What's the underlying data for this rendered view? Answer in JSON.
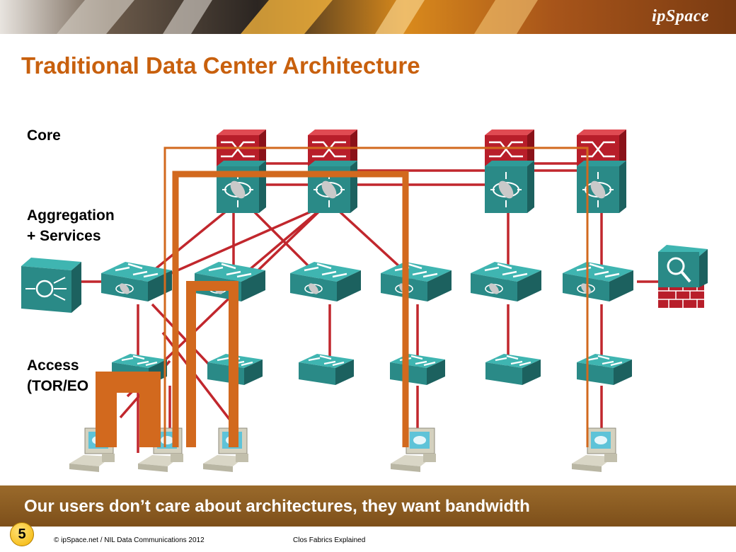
{
  "slide": {
    "logo": "ipSpace",
    "title": "Traditional Data Center Architecture",
    "layers": {
      "core": "Core",
      "aggregation": "Aggregation\n+ Services",
      "access": "Access\n(TOR/EO"
    },
    "footer_message": "Our users don’t care about architectures, they want bandwidth",
    "page_number": "5",
    "copyright": "© ipSpace.net / NIL Data Communications  2012",
    "subtitle": "Clos Fabrics Explained"
  },
  "colors": {
    "title": "#c8600d",
    "link": "#c1272d",
    "traffic_path": "#d2691e",
    "footer_bar": "#8b5a23",
    "device_teal": "#2e9a97",
    "core_red": "#b81e2a"
  },
  "icons": [
    "core-router-icon",
    "aggregation-switch-icon",
    "access-switch-icon",
    "load-balancer-icon",
    "firewall-icon",
    "workstation-icon"
  ]
}
